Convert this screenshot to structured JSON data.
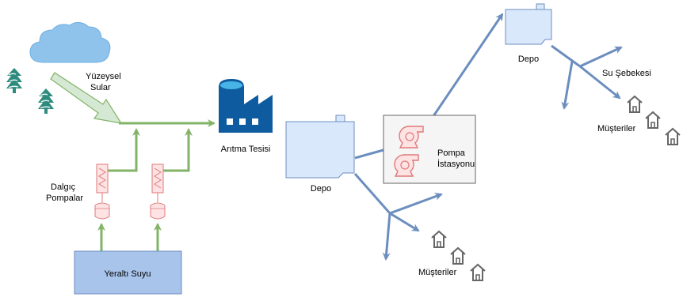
{
  "labels": {
    "surface_water": [
      "Yüzeysel",
      "Sular"
    ],
    "treatment_plant": "Arıtma Tesisi",
    "submersible_pumps": [
      "Dalgıç",
      "Pompalar"
    ],
    "groundwater": "Yeraltı Suyu",
    "tank_left": "Depo",
    "pump_station": [
      "Pompa",
      "İstasyonu"
    ],
    "tank_right": "Depo",
    "water_network": "Su Şebekesi",
    "customers_bottom": "Müşteriler",
    "customers_right": "Müşteriler"
  },
  "colors": {
    "green_flow": "#82b366",
    "blue_flow": "#6c8ebf",
    "tank_fill": "#dae8fc",
    "groundwater_fill": "#a9c4eb",
    "pump_stroke": "#e07a7a",
    "pump_fill": "#fde3e3",
    "station_fill": "#f5f5f5",
    "factory_blue": "#0f5ba0",
    "tree_teal": "#2e8b7e",
    "cloud_blue": "#8fc3ec",
    "house_gray": "#666666"
  },
  "icons": [
    "cloud-icon",
    "tree-icon",
    "factory-icon",
    "pump-icon",
    "centrifugal-pump-icon",
    "house-icon"
  ]
}
